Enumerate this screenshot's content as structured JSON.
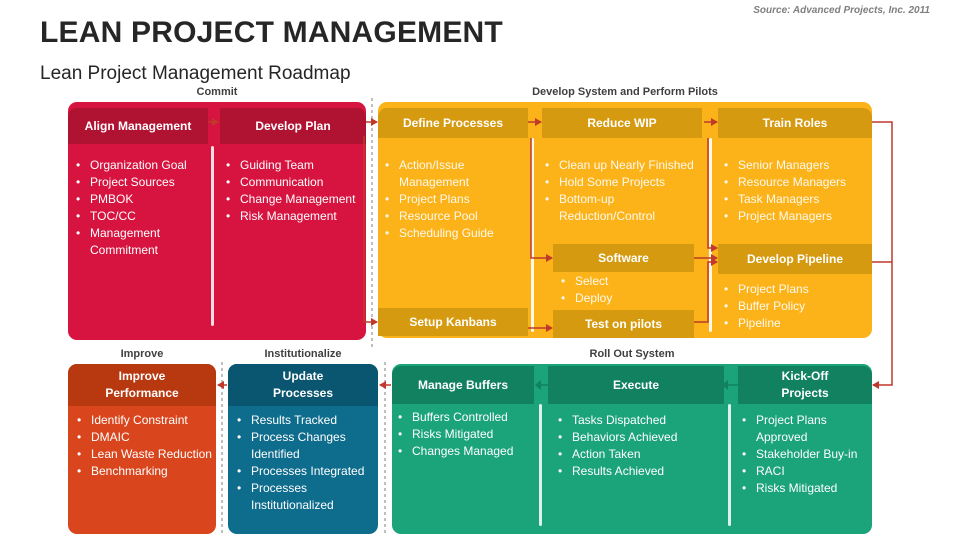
{
  "title": "LEAN PROJECT MANAGEMENT",
  "subtitle": "Lean Project Management Roadmap",
  "source": "Source: Advanced Projects, Inc. 2011",
  "sections": {
    "commit": "Commit",
    "develop": "Develop System and Perform Pilots",
    "improve": "Improve",
    "institutionalize": "Institutionalize",
    "rollout": "Roll Out System"
  },
  "colors": {
    "commit_block": "#d7143f",
    "commit_head": "#b01232",
    "develop_block": "#fbb319",
    "develop_head": "#d59a0f",
    "improve_block": "#d9461d",
    "improve_head": "#b8380f",
    "institutionalize_block": "#0e6c8c",
    "institutionalize_head": "#0a5570",
    "rollout_block": "#1ba37a",
    "rollout_head": "#118160",
    "arrow": "#c0392b"
  },
  "commit": {
    "align": {
      "title": "Align Management",
      "items": [
        "Organization Goal",
        "Project Sources",
        "PMBOK",
        "TOC/CC",
        "Management Commitment"
      ]
    },
    "plan": {
      "title": "Develop Plan",
      "items": [
        "Guiding Team",
        "Communication",
        "Change Management",
        "Risk Management"
      ]
    }
  },
  "develop": {
    "define": {
      "title": "Define Processes",
      "items": [
        "Action/Issue Management",
        "Project Plans",
        "Resource Pool",
        "Scheduling Guide"
      ]
    },
    "kanbans": {
      "title": "Setup Kanbans"
    },
    "wip": {
      "title": "Reduce WIP",
      "items": [
        "Clean up Nearly Finished",
        "Hold Some Projects",
        "Bottom-up Reduction/Control"
      ]
    },
    "software": {
      "title": "Software",
      "items": [
        "Select",
        "Deploy"
      ]
    },
    "pilots": {
      "title": "Test on pilots"
    },
    "train": {
      "title": "Train Roles",
      "items": [
        "Senior Managers",
        "Resource Managers",
        "Task Managers",
        "Project Managers"
      ]
    },
    "pipeline": {
      "title": "Develop Pipeline",
      "items": [
        "Project Plans",
        "Buffer Policy",
        "Pipeline"
      ]
    }
  },
  "improve": {
    "title": "Improve Performance",
    "items": [
      "Identify Constraint",
      "DMAIC",
      "Lean Waste Reduction",
      "Benchmarking"
    ]
  },
  "institutionalize": {
    "title": "Update Processes",
    "items": [
      "Results Tracked",
      "Process Changes Identified",
      "Processes Integrated",
      "Processes Institutionalized"
    ]
  },
  "rollout": {
    "buffers": {
      "title": "Manage Buffers",
      "items": [
        "Buffers Controlled",
        "Risks Mitigated",
        "Changes Managed"
      ]
    },
    "execute": {
      "title": "Execute",
      "items": [
        "Tasks Dispatched",
        "Behaviors Achieved",
        "Action Taken",
        "Results Achieved"
      ]
    },
    "kickoff": {
      "title": "Kick-Off Projects",
      "items": [
        "Project Plans Approved",
        "Stakeholder Buy-in",
        "RACI",
        "Risks Mitigated"
      ]
    }
  }
}
